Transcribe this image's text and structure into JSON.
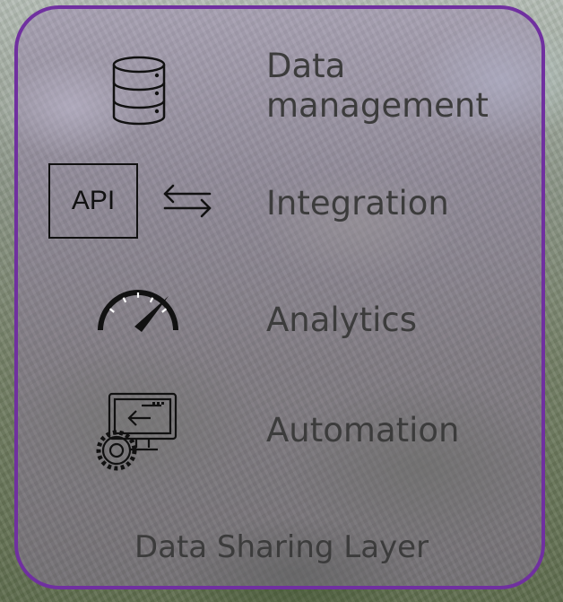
{
  "items": [
    {
      "label": "Data management",
      "icon": "database-icon"
    },
    {
      "label": "Integration",
      "icon": "api-exchange-icon",
      "icon_text": "API"
    },
    {
      "label": "Analytics",
      "icon": "speedometer-icon"
    },
    {
      "label": "Automation",
      "icon": "monitor-gear-icon"
    }
  ],
  "caption": "Data Sharing Layer",
  "colors": {
    "border": "#7030a0",
    "text": "#3c3c3c",
    "icon": "#111111"
  }
}
